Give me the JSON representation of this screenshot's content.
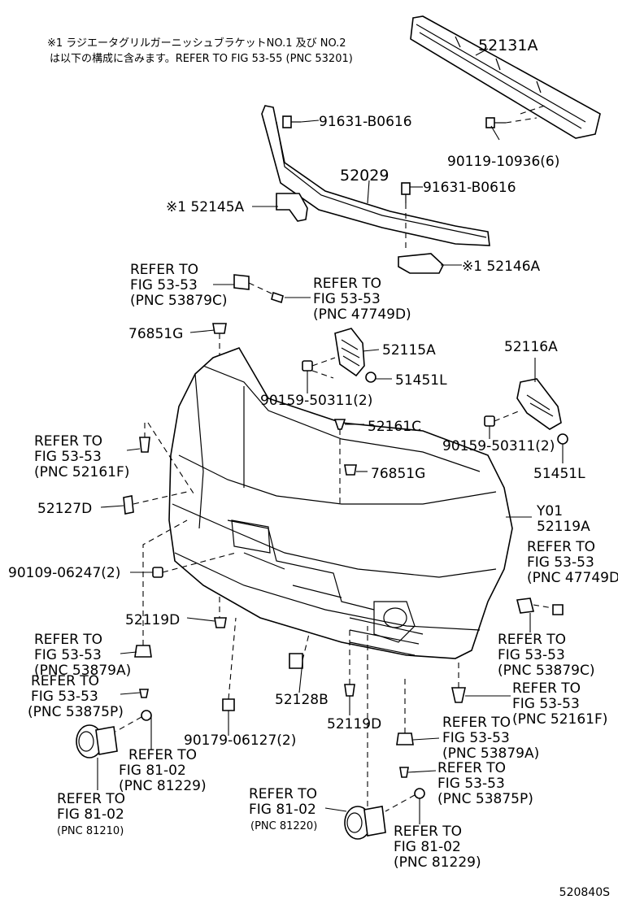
{
  "note": {
    "line1": "※1 ラジエータグリルガーニッシュブラケットNO.1 及び NO.2",
    "line2": "は以下の構成に含みます。REFER TO FIG 53-55 (PNC 53201)"
  },
  "diagram_code": "520840S",
  "labels": {
    "p52131A": "52131A",
    "p91631_1": "91631-B0616",
    "p90119": "90119-10936(6)",
    "p52029": "52029",
    "p91631_2": "91631-B0616",
    "p52145A": "※1 52145A",
    "p52146A": "※1 52146A",
    "r53879C_a1": "REFER TO",
    "r53879C_a2": "FIG 53-53",
    "r53879C_a3": "(PNC 53879C)",
    "r47749D_a1": "REFER TO",
    "r47749D_a2": "FIG 53-53",
    "r47749D_a3": "(PNC 47749D)",
    "p76851G_1": "76851G",
    "p52115A": "52115A",
    "p52116A": "52116A",
    "p51451L_1": "51451L",
    "p90159_1": "90159-50311(2)",
    "p52161C": "52161C",
    "r52161F_a1": "REFER TO",
    "r52161F_a2": "FIG 53-53",
    "r52161F_a3": "(PNC 52161F)",
    "p90159_2": "90159-50311(2)",
    "p76851G_2": "76851G",
    "p51451L_2": "51451L",
    "p52127D": "52127D",
    "pY01": "Y01",
    "p52119A": "52119A",
    "r47749D_b1": "REFER TO",
    "r47749D_b2": "FIG 53-53",
    "r47749D_b3": "(PNC 47749D)",
    "p90109": "90109-06247(2)",
    "p52119D_1": "52119D",
    "r53879C_b1": "REFER TO",
    "r53879C_b2": "FIG 53-53",
    "r53879C_b3": "(PNC 53879C)",
    "r53879A_a1": "REFER TO",
    "r53879A_a2": "FIG 53-53",
    "r53879A_a3": "(PNC 53879A)",
    "r53875P_a1": "REFER TO",
    "r53875P_a2": "FIG 53-53",
    "r53875P_a3": "(PNC 53875P)",
    "p52128B": "52128B",
    "r52161F_b1": "REFER TO",
    "r52161F_b2": "FIG 53-53",
    "r52161F_b3": "(PNC 52161F)",
    "p52119D_2": "52119D",
    "r53879A_b1": "REFER TO",
    "r53879A_b2": "FIG 53-53",
    "r53879A_b3": "(PNC 53879A)",
    "r81229_a1": "REFER TO",
    "r81229_a2": "FIG 81-02",
    "r81229_a3": "(PNC 81229)",
    "p90179": "90179-06127(2)",
    "r53875P_b1": "REFER TO",
    "r53875P_b2": "FIG 53-53",
    "r53875P_b3": "(PNC 53875P)",
    "r81210_1": "REFER TO",
    "r81210_2": "FIG 81-02",
    "r81210_3": "(PNC 81210)",
    "r81220_1": "REFER TO",
    "r81220_2": "FIG 81-02",
    "r81220_3": "(PNC 81220)",
    "r81229_b1": "REFER TO",
    "r81229_b2": "FIG 81-02",
    "r81229_b3": "(PNC 81229)"
  }
}
